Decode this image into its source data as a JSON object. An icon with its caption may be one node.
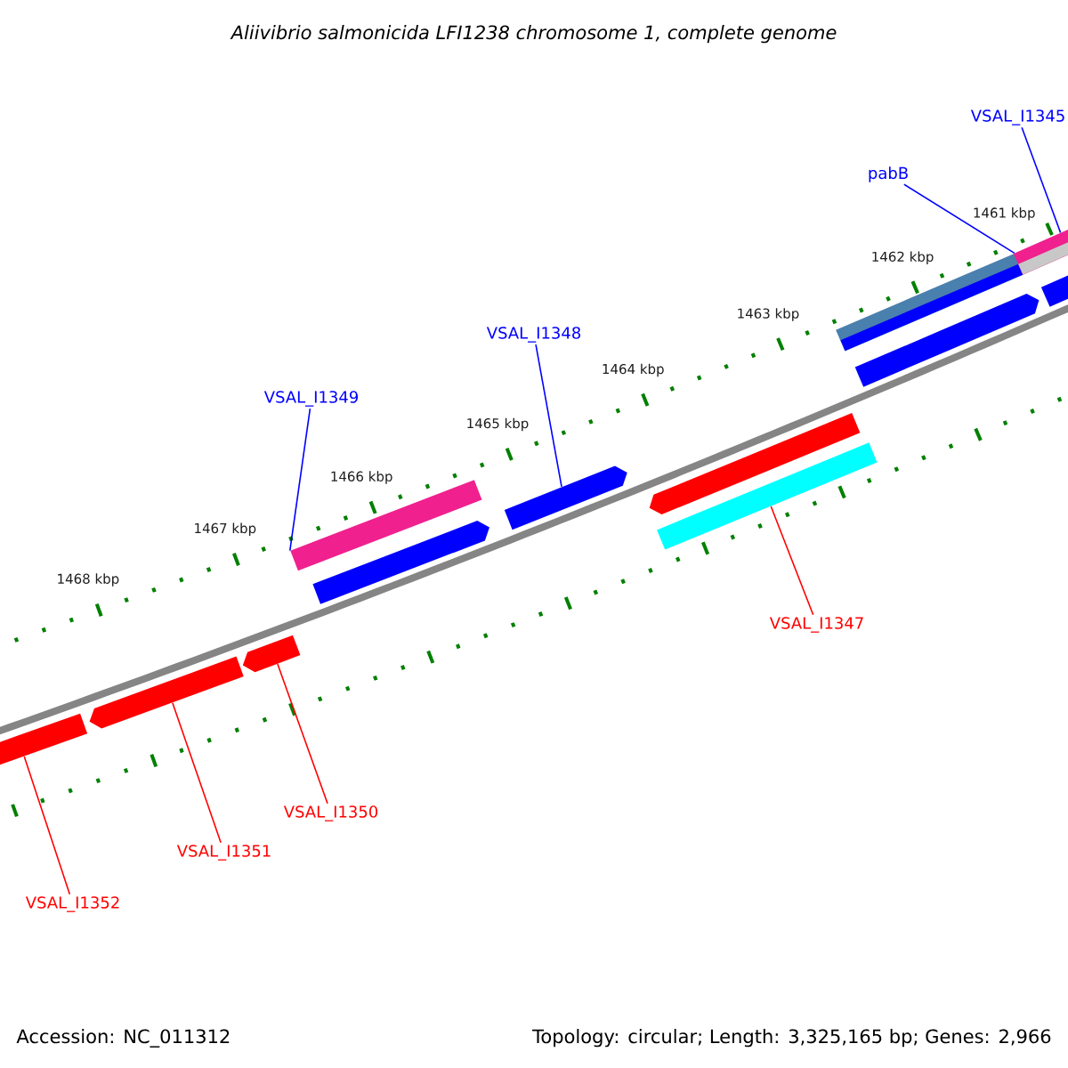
{
  "diagram": {
    "title": "Aliivibrio salmonicida LFI1238 chromosome 1, complete genome",
    "nodes": [
      {
        "text": [
          "VSAL_I1345"
        ]
      },
      {
        "text": [
          "pabB"
        ]
      },
      {
        "text": [
          "VSAL_I1348"
        ]
      },
      {
        "text": [
          "VSAL_I1349"
        ]
      },
      {
        "text": [
          "VSAL_I1347"
        ]
      },
      {
        "text": [
          "VSAL_I1350"
        ]
      },
      {
        "text": [
          "VSAL_I1351"
        ]
      },
      {
        "text": [
          "VSAL_I1352"
        ]
      },
      {
        "text": [],
        "shape": "bar"
      },
      {
        "text": [],
        "shape": "bar"
      },
      {
        "text": [],
        "shape": "bar"
      },
      {
        "text": [],
        "shape": "bar"
      },
      {
        "text": [],
        "shape": "bar"
      },
      {
        "text": [],
        "shape": "bar"
      },
      {
        "text": [],
        "shape": "bar"
      },
      {
        "text": [],
        "shape": "bar"
      },
      {
        "text": [],
        "shape": "bar"
      },
      {
        "text": [],
        "shape": "bar"
      },
      {
        "text": [],
        "shape": "bar"
      },
      {
        "text": [],
        "shape": "bar"
      }
    ],
    "edges": [
      {
        "from": 0,
        "to": 18,
        "arrow": "none",
        "color": "#0000ff"
      },
      {
        "from": 1,
        "to": 16,
        "arrow": "none",
        "color": "#0000ff"
      },
      {
        "from": 2,
        "to": 13,
        "arrow": "none",
        "color": "#0000ff"
      },
      {
        "from": 3,
        "to": 11,
        "arrow": "none",
        "color": "#0000ff"
      },
      {
        "from": 4,
        "to": 15,
        "arrow": "none",
        "color": "#ff0000"
      },
      {
        "from": 5,
        "to": 10,
        "arrow": "none",
        "color": "#ff0000"
      },
      {
        "from": 6,
        "to": 9,
        "arrow": "none",
        "color": "#ff0000"
      },
      {
        "from": 7,
        "to": 8,
        "arrow": "none",
        "color": "#ff0000"
      }
    ],
    "labels": [
      "1461 kbp",
      "1462 kbp",
      "1463 kbp",
      "1464 kbp",
      "1465 kbp",
      "1466 kbp",
      "1467 kbp",
      "1468 kbp",
      "Accession: NC_011312",
      "Topology: circular; Length: 3,325,165 bp; Genes: 2,966"
    ]
  }
}
